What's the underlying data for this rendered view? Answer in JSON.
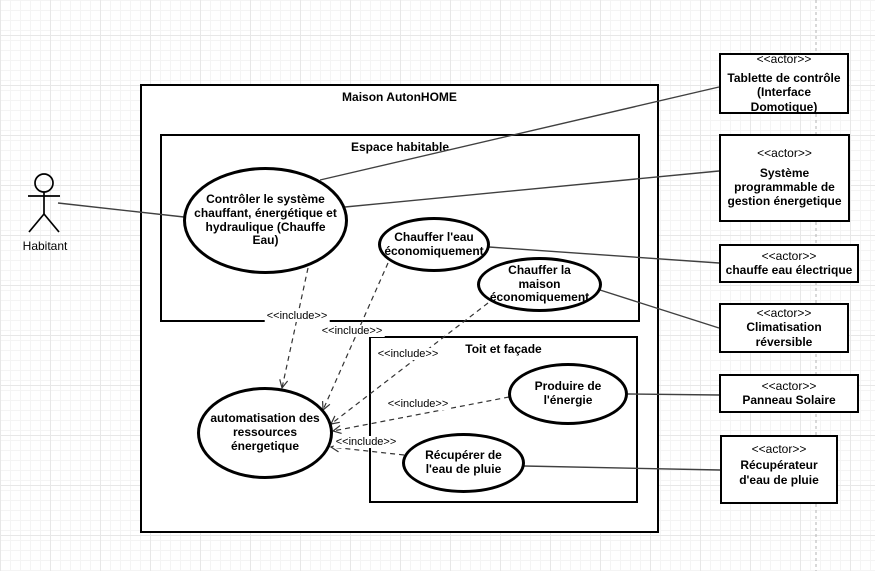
{
  "canvas": {
    "stroke_color": "#000000",
    "edge_color": "#404040",
    "grid_minor_color": "#f4f4f4",
    "grid_major_color": "#e7e7e7",
    "page_divider_color": "#b3b3b3"
  },
  "actor_habitant": {
    "label": "Habitant"
  },
  "system_boundary": {
    "title": "Maison AutonHOME"
  },
  "subsystems": {
    "espace": {
      "title": "Espace habitable"
    },
    "toit": {
      "title": "Toit et façade"
    }
  },
  "use_cases": {
    "controler": {
      "label": "Contrôler le système chauffant, énergétique et hydraulique (Chauffe Eau)"
    },
    "chauffer_eau": {
      "label": "Chauffer l'eau économiquement"
    },
    "chauffer_maison": {
      "label": "Chauffer la maison économiquement"
    },
    "produire": {
      "label": "Produire de l'énergie"
    },
    "recuperer": {
      "label": "Récupérer de l'eau de pluie"
    },
    "automatisation": {
      "label": "automatisation des ressources énergetique"
    }
  },
  "actors_right": [
    {
      "stereotype": "<<actor>>",
      "name": "Tablette de contrôle (Interface Domotique)"
    },
    {
      "stereotype": "<<actor>>",
      "name": "Système programmable de gestion énergetique"
    },
    {
      "stereotype": "<<actor>>",
      "name": "chauffe eau électrique"
    },
    {
      "stereotype": "<<actor>>",
      "name": "Climatisation réversible"
    },
    {
      "stereotype": "<<actor>>",
      "name": "Panneau Solaire"
    },
    {
      "stereotype": "<<actor>>",
      "name": "Récupérateur d'eau de pluie"
    }
  ],
  "edge_labels": {
    "include": "<<include>>"
  }
}
